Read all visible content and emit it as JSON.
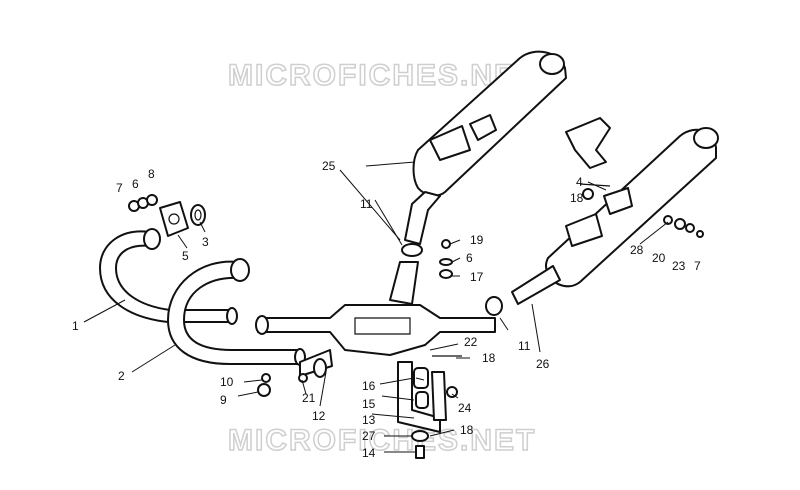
{
  "watermarks": [
    "MICROFICHES.NET",
    "MICROFICHES.NET"
  ],
  "labels": [
    "1",
    "2",
    "3",
    "4",
    "5",
    "6",
    "7",
    "8",
    "9",
    "10",
    "11",
    "11",
    "12",
    "13",
    "14",
    "15",
    "16",
    "17",
    "18",
    "18",
    "18",
    "19",
    "20",
    "21",
    "22",
    "23",
    "24",
    "25",
    "26",
    "27",
    "28",
    "6",
    "7"
  ]
}
